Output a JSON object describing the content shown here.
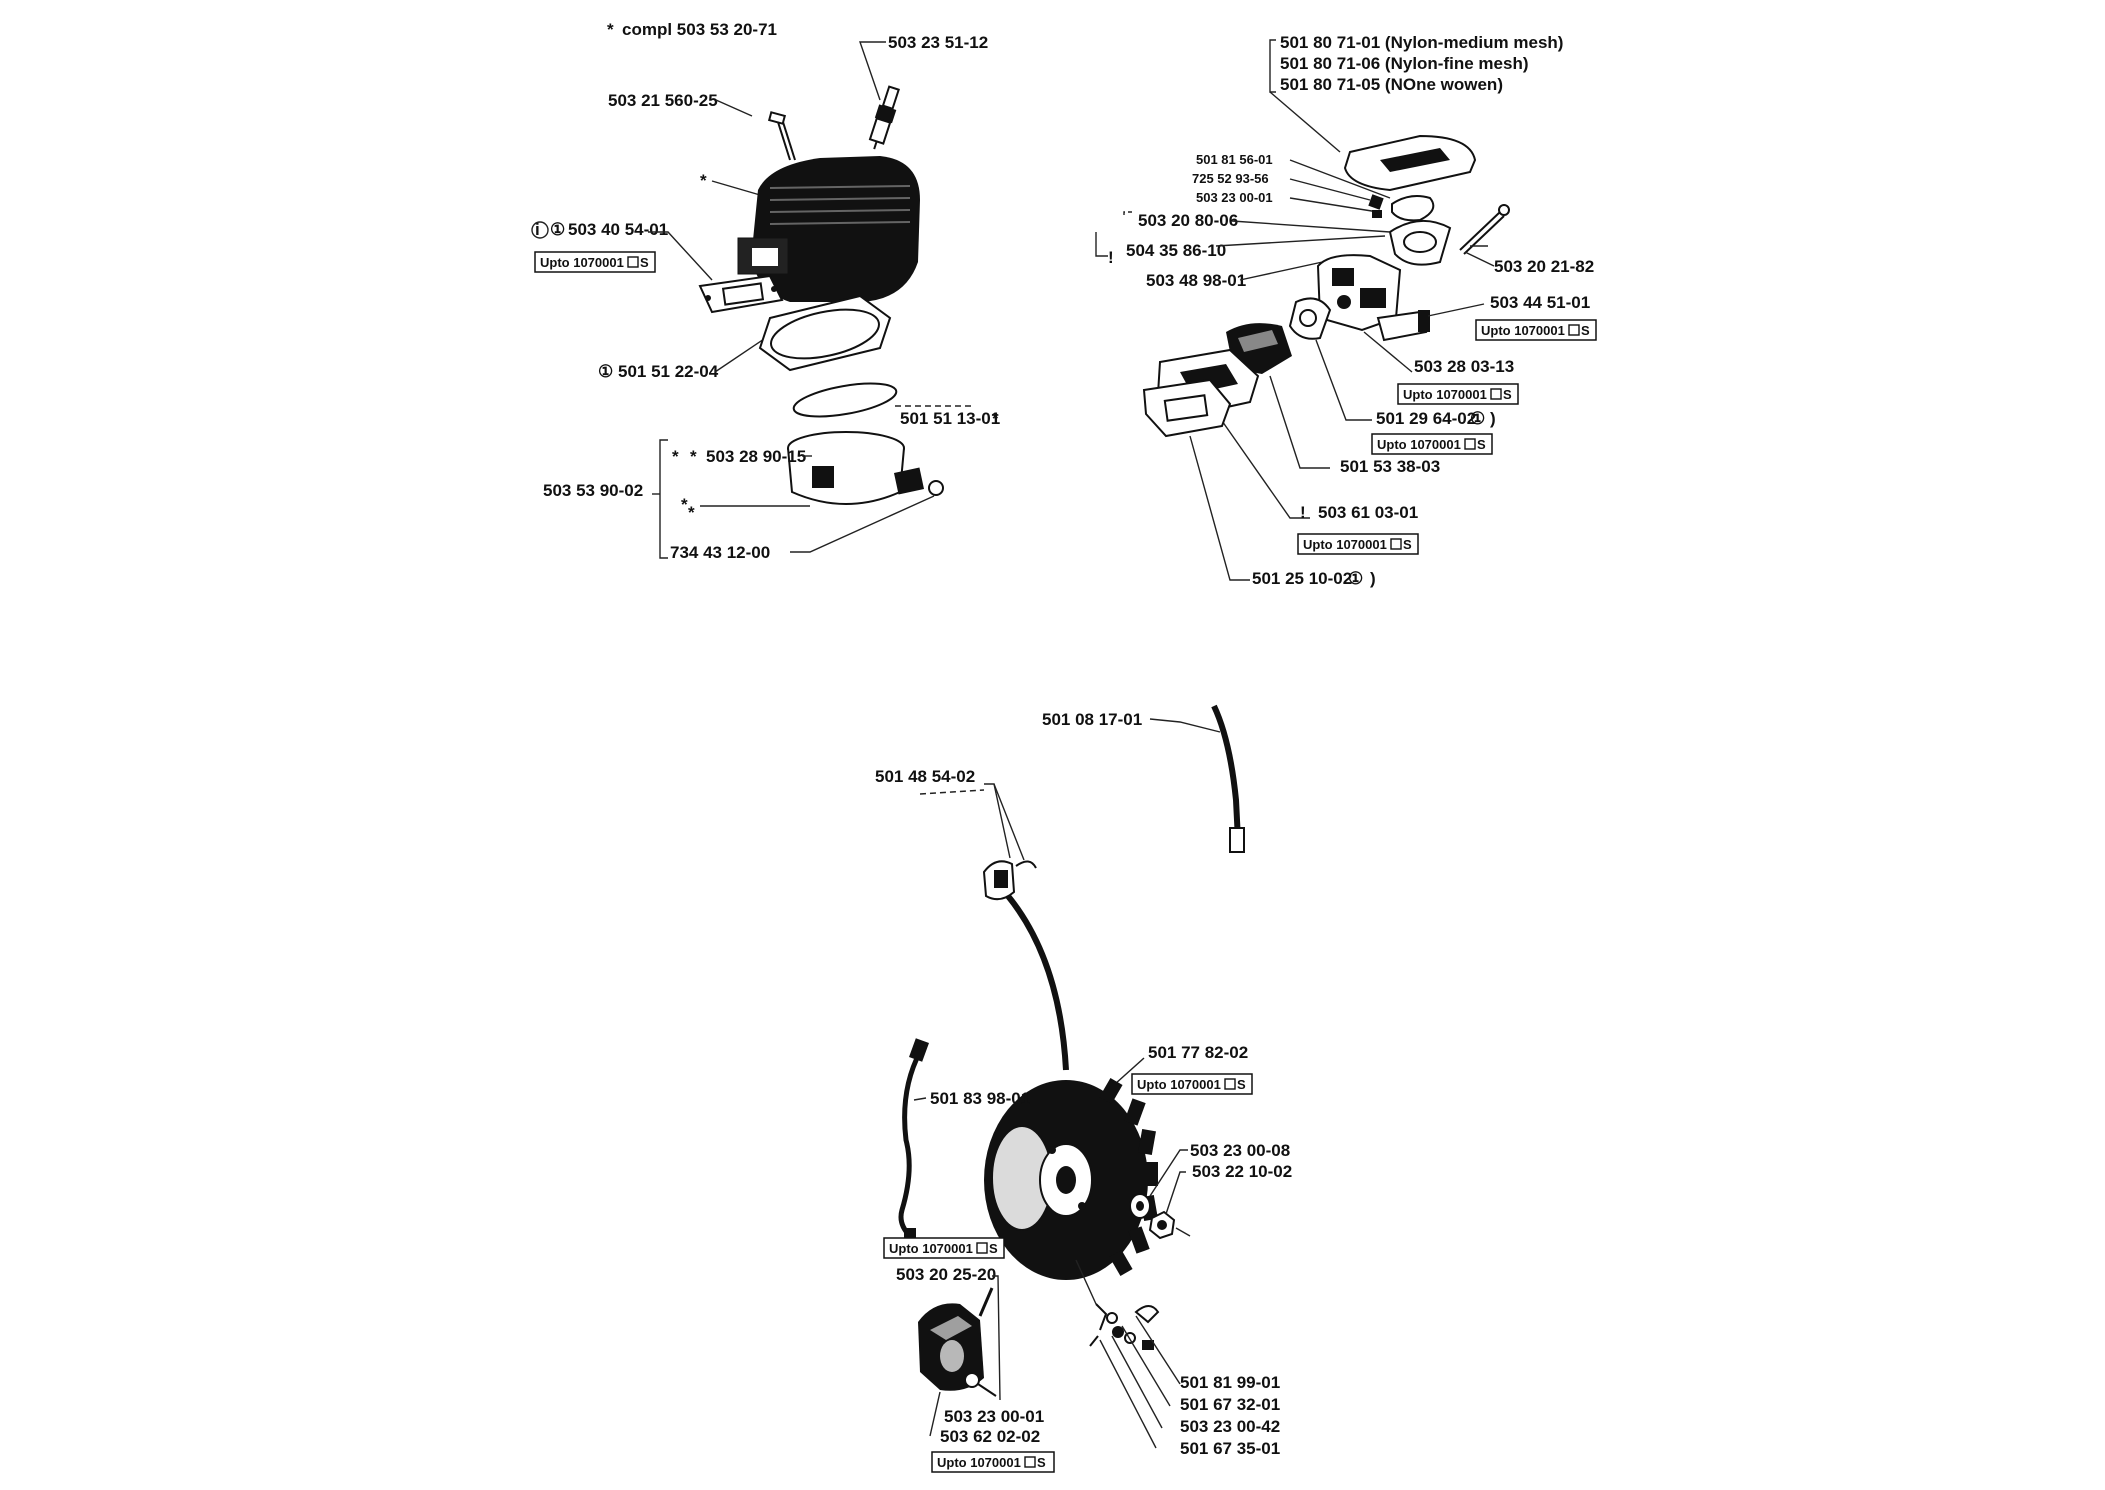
{
  "note": {
    "marker": "*",
    "text": "compl 503 53 20-71"
  },
  "labels": {
    "spark_plug": "503 23 51-12",
    "cyl_screw": "503 21 560-25",
    "cyl_star": "*",
    "exhaust_gasket": "503 40 54-01",
    "cyl_gasket": "501 51 22-04",
    "ring": "501 51 13-01",
    "piston": "503 28 90-15",
    "piston_kit": "503 53 90-02",
    "circlip": "734 43 12-00",
    "filter_1": "501 80 71-01 (Nylon-medium mesh)",
    "filter_2": "501 80 71-06 (Nylon-fine mesh)",
    "filter_3": "501 80 71-05 (NOne wowen)",
    "p_501_81_56": "501 81 56-01",
    "p_725_52_93": "725 52 93-56",
    "p_503_23_00_01a": "503 23 00-01",
    "p_503_20_80": "503 20 80-06",
    "p_504_35_86": "504 35 86-10",
    "p_503_48_98": "503 48 98-01",
    "p_503_20_21": "503 20 21-82",
    "p_503_44_51": "503 44 51-01",
    "carburetor": "503 28 03-13",
    "p_501_29_64": "501 29 64-02",
    "p_501_53_38": "501 53 38-03",
    "p_503_61_03": "503 61 03-01",
    "p_501_25_10": "501 25 10-02",
    "hv_cable": "501 08 17-01",
    "spark_cap": "501 48 54-02",
    "flywheel": "501 77 82-02",
    "stop_wire": "501 83 98-01",
    "p_503_23_00_08": "503 23 00-08",
    "p_503_22_10": "503 22 10-02",
    "p_503_20_25": "503 20 25-20",
    "p_503_23_00_01b": "503 23 00-01",
    "ignition_module": "503 62 02-02",
    "p_501_81_99": "501 81 99-01",
    "p_501_67_32": "501 67 32-01",
    "p_503_23_00_42": "503 23 00-42",
    "p_501_67_35": "501 67 35-01"
  },
  "upto_label": "Upto 1070001",
  "upto_suffix": "S",
  "circle_one": "①",
  "colors": {
    "ink": "#111111",
    "background": "#ffffff"
  }
}
